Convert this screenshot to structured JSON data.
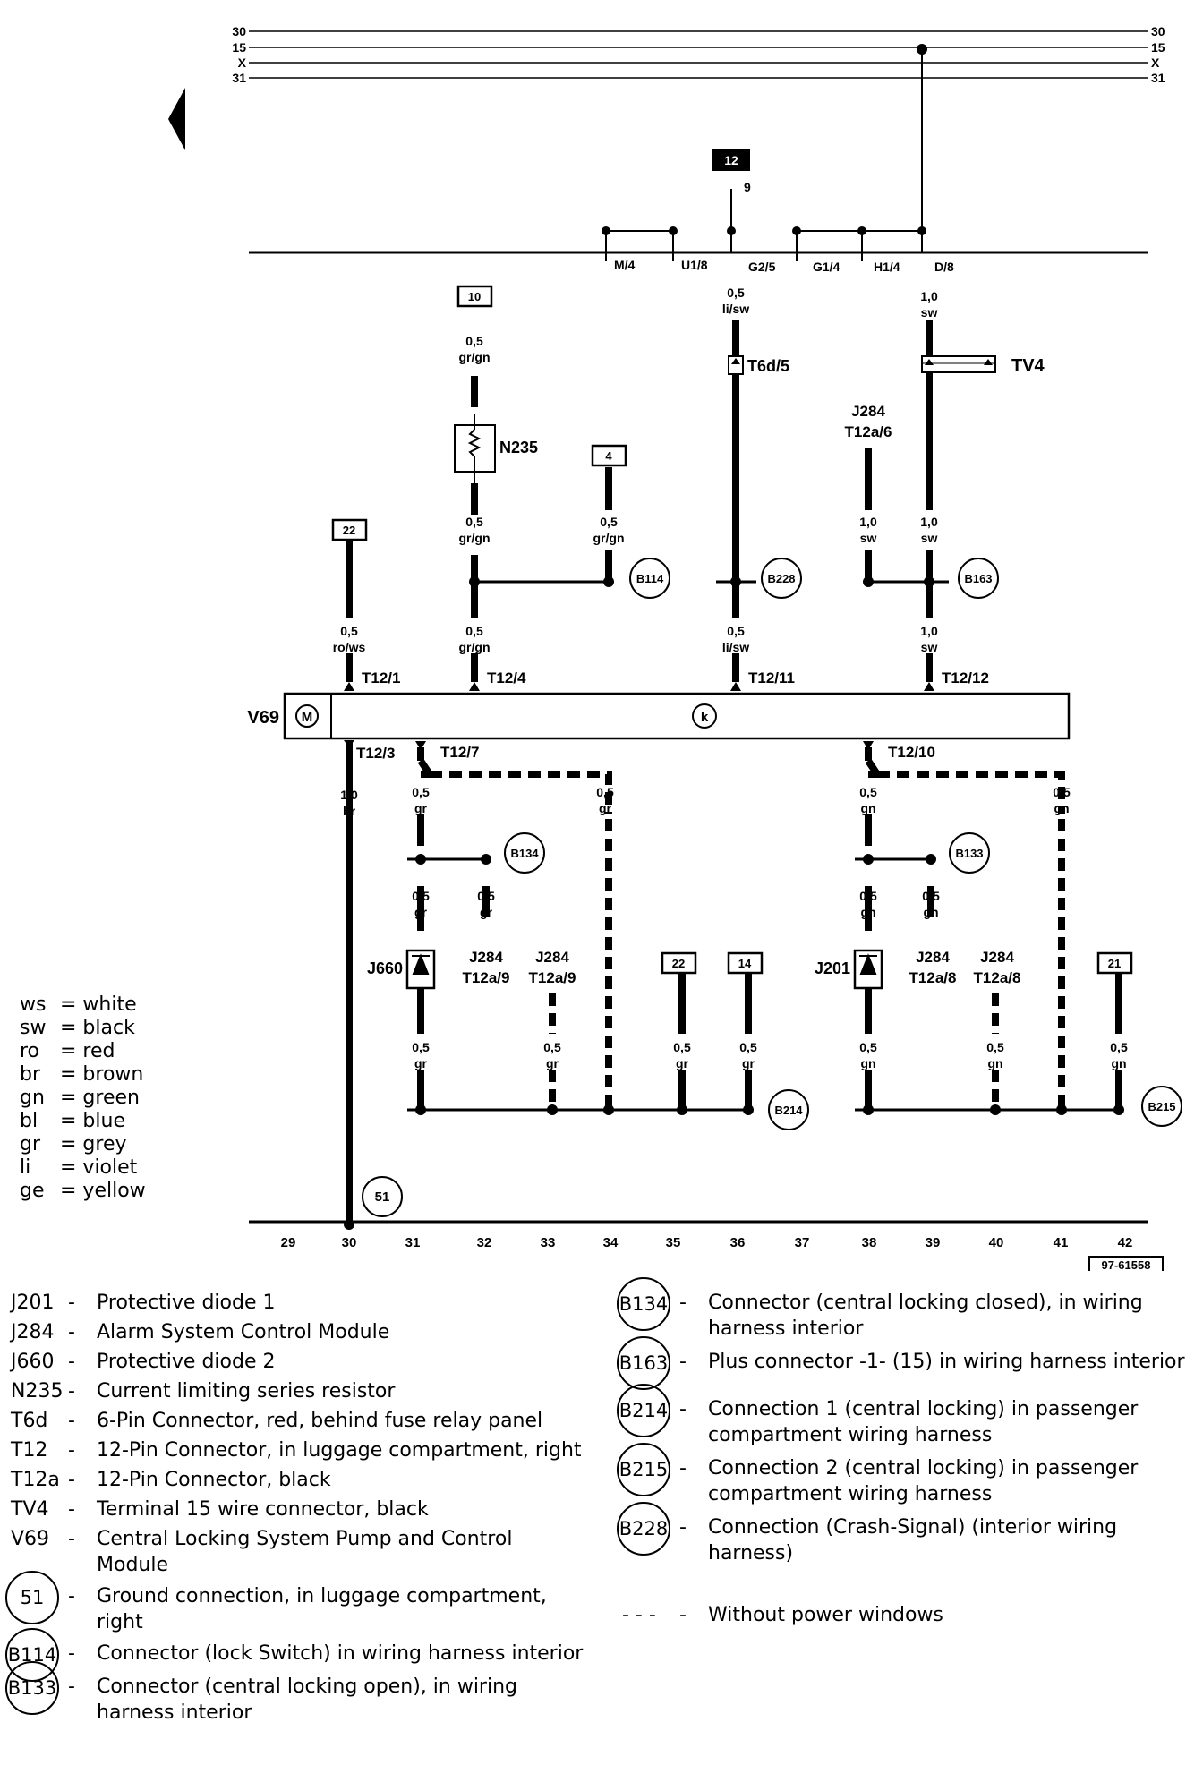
{
  "rails": {
    "left_labels": [
      "30",
      "15",
      "X",
      "31"
    ],
    "right_labels": [
      "30",
      "15",
      "X",
      "31"
    ]
  },
  "top_bus": {
    "fuse_box_ref": "12",
    "fuse_pin": "9",
    "taps": [
      "M/4",
      "U1/8",
      "G2/5",
      "G1/4",
      "H1/4",
      "D/8"
    ]
  },
  "refs": {
    "r10": "10",
    "r4": "4",
    "r22a": "22",
    "r22b": "22",
    "r14": "14",
    "r21": "21",
    "r51": "51"
  },
  "connectors": {
    "b114": "B114",
    "b228": "B228",
    "b163": "B163",
    "b134": "B134",
    "b133": "B133",
    "b214": "B214",
    "b215": "B215"
  },
  "wires": {
    "w10a": [
      "0,5",
      "gr/gn"
    ],
    "w10b": [
      "0,5",
      "gr/gn"
    ],
    "w4": [
      "0,5",
      "gr/gn"
    ],
    "w22": [
      "0,5",
      "ro/ws"
    ],
    "wT124": [
      "0,5",
      "gr/gn"
    ],
    "wG25": [
      "0,5",
      "li/sw"
    ],
    "wT1211": [
      "0,5",
      "li/sw"
    ],
    "wD8": [
      "1,0",
      "sw"
    ],
    "wJ284a": [
      "1,0",
      "sw"
    ],
    "wTV4b": [
      "1,0",
      "sw"
    ],
    "wT1212": [
      "1,0",
      "sw"
    ],
    "wT123": [
      "1,0",
      "br"
    ],
    "w31a": [
      "0,5",
      "gr"
    ],
    "w34a": [
      "0,5",
      "gr"
    ],
    "w31b": [
      "0,5",
      "gr"
    ],
    "w32": [
      "0,5",
      "gr"
    ],
    "w31c": [
      "0,5",
      "gr"
    ],
    "w33": [
      "0,5",
      "gr"
    ],
    "w35": [
      "0,5",
      "gr"
    ],
    "w36": [
      "0,5",
      "gr"
    ],
    "w38a": [
      "0,5",
      "gn"
    ],
    "w41a": [
      "0,5",
      "gn"
    ],
    "w38b": [
      "0,5",
      "gn"
    ],
    "w39": [
      "0,5",
      "gn"
    ],
    "w38c": [
      "0,5",
      "gn"
    ],
    "w40": [
      "0,5",
      "gn"
    ],
    "w42": [
      "0,5",
      "gn"
    ]
  },
  "components": {
    "n235": "N235",
    "t6d": "T6d/5",
    "tv4": "TV4",
    "j284a": [
      "J284",
      "T12a/6"
    ],
    "j284b": [
      "J284",
      "T12a/9"
    ],
    "j284c": [
      "J284",
      "T12a/9"
    ],
    "j284d": [
      "J284",
      "T12a/8"
    ],
    "j284e": [
      "J284",
      "T12a/8"
    ],
    "j660": "J660",
    "j201": "J201",
    "v69": "V69",
    "motor": "M",
    "k": "k",
    "pins": [
      "T12/1",
      "T12/4",
      "T12/11",
      "T12/12",
      "T12/3",
      "T12/7",
      "T12/10"
    ]
  },
  "bottom_numbers": [
    "29",
    "30",
    "31",
    "32",
    "33",
    "34",
    "35",
    "36",
    "37",
    "38",
    "39",
    "40",
    "41",
    "42"
  ],
  "doc_number": "97-61558",
  "color_legend": [
    [
      "ws",
      "white"
    ],
    [
      "sw",
      "black"
    ],
    [
      "ro",
      "red"
    ],
    [
      "br",
      "brown"
    ],
    [
      "gn",
      "green"
    ],
    [
      "bl",
      "blue"
    ],
    [
      "gr",
      "grey"
    ],
    [
      "li",
      "violet"
    ],
    [
      "ge",
      "yellow"
    ]
  ],
  "key_left": [
    [
      "J201",
      "Protective diode 1"
    ],
    [
      "J284",
      "Alarm System Control Module"
    ],
    [
      "J660",
      "Protective diode 2"
    ],
    [
      "N235",
      "Current limiting series resistor"
    ],
    [
      "T6d",
      "6-Pin Connector, red,  behind fuse relay panel"
    ],
    [
      "T12",
      "12-Pin Connector, in luggage compartment, right"
    ],
    [
      "T12a",
      "12-Pin Connector, black"
    ],
    [
      "TV4",
      "Terminal 15 wire connector, black"
    ],
    [
      "V69",
      "Central Locking System Pump and Control Module"
    ],
    [
      "51",
      "Ground connection, in luggage compartment, right"
    ],
    [
      "B114",
      "Connector (lock Switch) in wiring harness interior"
    ],
    [
      "B133",
      "Connector (central locking open), in wiring harness interior"
    ]
  ],
  "key_right": [
    [
      "B134",
      "Connector (central locking closed), in wiring harness interior"
    ],
    [
      "B163",
      "Plus connector -1- (15) in wiring harness interior"
    ],
    [
      "B214",
      "Connection 1 (central locking) in passenger compartment wiring harness"
    ],
    [
      "B215",
      "Connection 2 (central locking) in passenger compartment wiring harness"
    ],
    [
      "B228",
      "Connection (Crash-Signal) (interior wiring harness)"
    ],
    [
      "- - -",
      "Without  power windows"
    ]
  ]
}
